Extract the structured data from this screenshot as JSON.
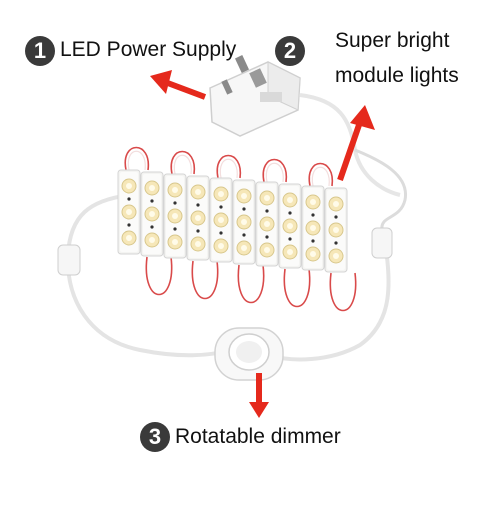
{
  "callouts": [
    {
      "number": "1",
      "text": "LED Power Supply"
    },
    {
      "number": "2",
      "text": "Super bright",
      "text2": "module lights"
    },
    {
      "number": "3",
      "text": "Rotatable dimmer"
    }
  ],
  "colors": {
    "arrow": "#e5291c",
    "badge": "#3a3a3a",
    "module": "#f4f4f2",
    "led": "#f6e7b8",
    "wire_red": "#d94a4a",
    "cable": "#f2f2f2"
  },
  "icons": {
    "plug": "power-adapter",
    "dimmer": "rotary-dimmer-switch"
  }
}
